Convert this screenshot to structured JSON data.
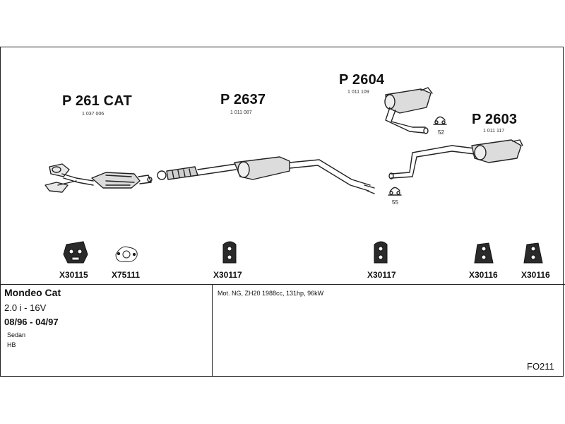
{
  "parts": [
    {
      "label": "P 261 CAT",
      "number": "1 037 006"
    },
    {
      "label": "P 2637",
      "number": "1 011 087"
    },
    {
      "label": "P 2604",
      "number": "1 011 109"
    },
    {
      "label": "P 2603",
      "number": "1 011 117"
    }
  ],
  "clamp_numbers": [
    "52",
    "55"
  ],
  "hardware": [
    {
      "code": "X30115"
    },
    {
      "code": "X75111"
    },
    {
      "code": "X30117"
    },
    {
      "code": "X30117"
    },
    {
      "code": "X30116"
    },
    {
      "code": "X30116"
    }
  ],
  "vehicle": {
    "model": "Mondeo Cat",
    "engine": "2.0 i - 16V",
    "years": "08/96 - 04/97",
    "body1": "Sedan",
    "body2": "HB"
  },
  "engine_info": "Mot. NG, ZH20 1988cc, 131hp, 96kW",
  "ref_code": "FO211"
}
